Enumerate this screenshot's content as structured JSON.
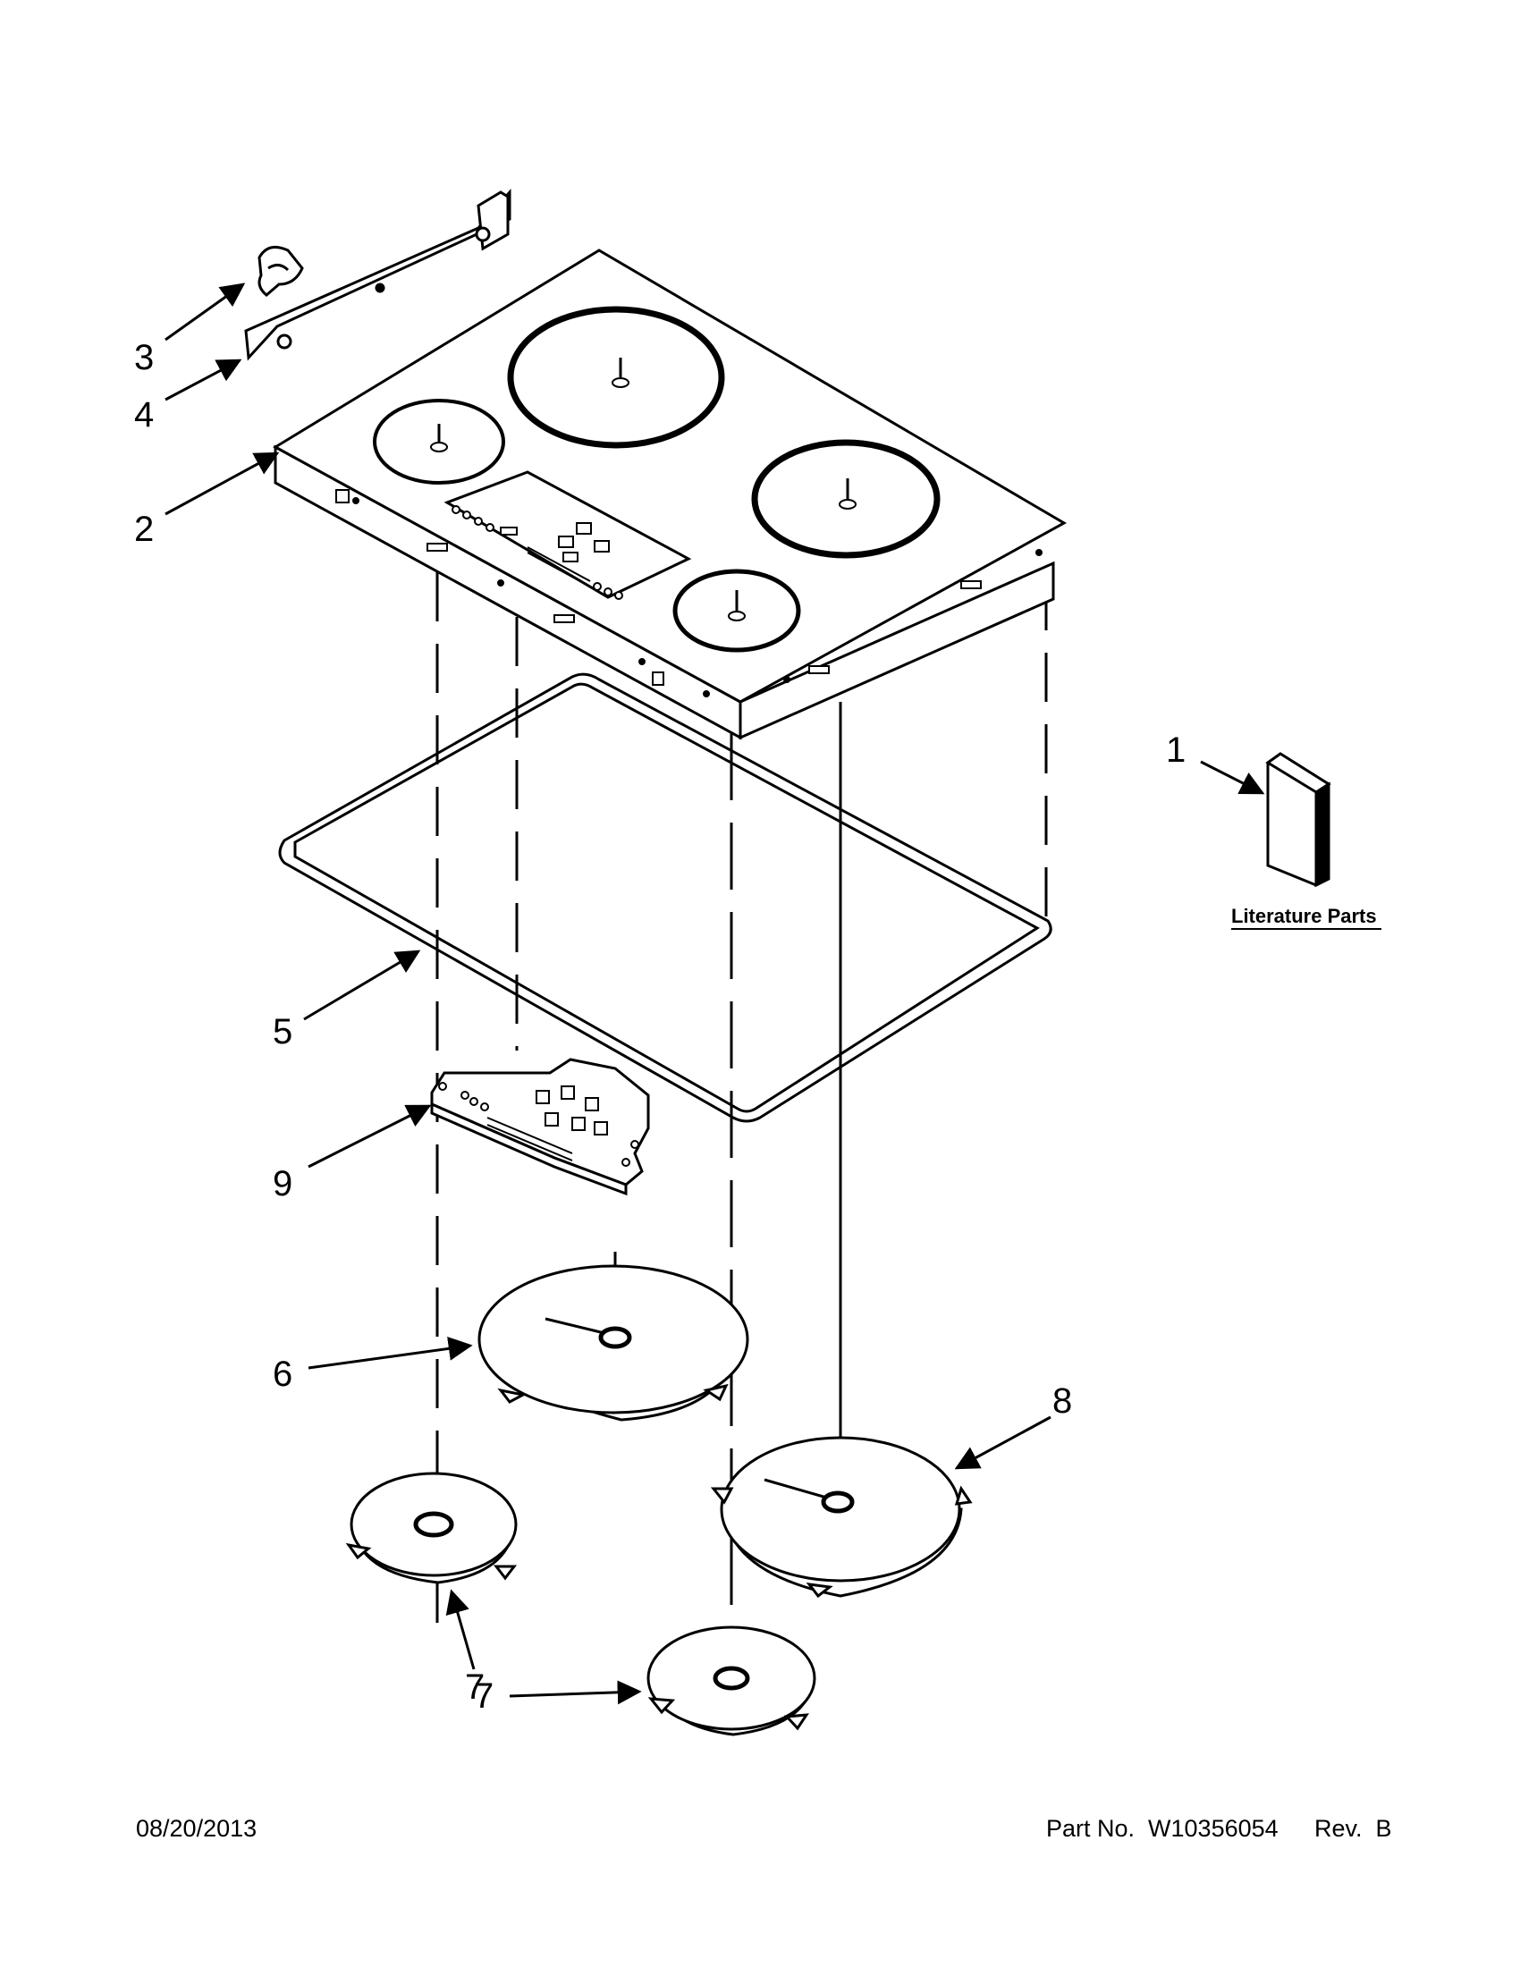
{
  "callouts": [
    {
      "id": "1",
      "label": "1"
    },
    {
      "id": "2",
      "label": "2"
    },
    {
      "id": "3",
      "label": "3"
    },
    {
      "id": "4",
      "label": "4"
    },
    {
      "id": "5",
      "label": "5"
    },
    {
      "id": "6",
      "label": "6"
    },
    {
      "id": "7a",
      "label": "7"
    },
    {
      "id": "7b",
      "label": "7"
    },
    {
      "id": "8",
      "label": "8"
    },
    {
      "id": "9",
      "label": "9"
    }
  ],
  "literature": {
    "label": "Literature Parts"
  },
  "footer": {
    "date": "08/20/2013",
    "part_no": "Part No.  W10356054",
    "rev": "Rev.  B"
  },
  "colors": {
    "line": "#000000",
    "background": "#ffffff"
  }
}
